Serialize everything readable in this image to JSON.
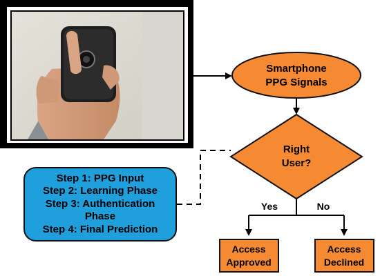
{
  "diagram": {
    "photo": {
      "description_icon": "hand-holding-smartphone-photo"
    },
    "ellipse": {
      "line1": "Smartphone",
      "line2": "PPG Signals"
    },
    "diamond": {
      "line1": "Right",
      "line2": "User?"
    },
    "branch_yes": "Yes",
    "branch_no": "No",
    "box_approved": {
      "line1": "Access",
      "line2": "Approved"
    },
    "box_declined": {
      "line1": "Access",
      "line2": "Declined"
    },
    "steps": [
      "Step 1: PPG Input",
      "Step 2: Learning Phase",
      "Step 3: Authentication",
      "Phase",
      "Step 4: Final Prediction"
    ],
    "colors": {
      "orange": "#f58a33",
      "blue": "#1f9fdc",
      "frame": "#000000"
    }
  }
}
